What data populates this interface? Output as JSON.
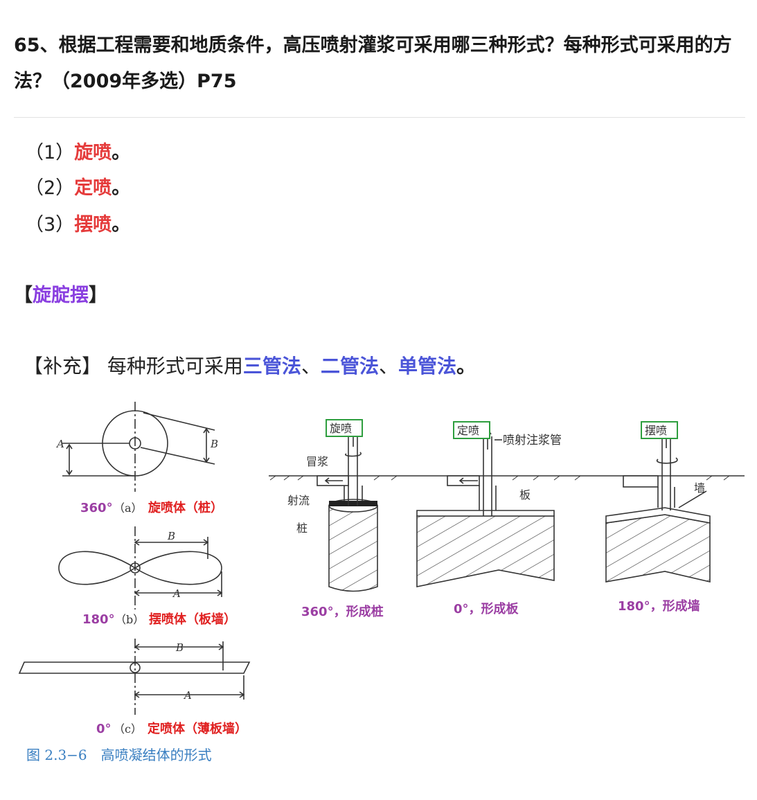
{
  "question": {
    "title": "65、根据工程需要和地质条件，高压喷射灌浆可采用哪三种形式？每种形式可采用的方法？（2009年多选）P75"
  },
  "answers": [
    {
      "prefix": "（1）",
      "term": "旋喷",
      "suffix": "。"
    },
    {
      "prefix": "（2）",
      "term": "定喷",
      "suffix": "。"
    },
    {
      "prefix": "（3）",
      "term": "摆喷",
      "suffix": "。"
    }
  ],
  "mnemonic": {
    "open": "【",
    "text": "旋腚摆",
    "close": "】"
  },
  "supplement": {
    "tag": "【补充】",
    "lead": " 每种形式可采用",
    "methods": [
      "三管法",
      "二管法",
      "单管法"
    ],
    "sep": "、",
    "end": "。"
  },
  "left_figure": {
    "fig_a": {
      "degree": "360°",
      "paren": "（a）",
      "name": "旋喷体（桩）",
      "dim_a": "A",
      "dim_b": "B"
    },
    "fig_b": {
      "degree": "180°",
      "paren": "（b）",
      "name": "摆喷体（板墙）",
      "dim_a": "A",
      "dim_b": "B"
    },
    "fig_c": {
      "degree": "0°",
      "paren": "（c）",
      "name": "定喷体（薄板墙）",
      "dim_a": "A",
      "dim_b": "B"
    },
    "caption": "图 2.3−6　高喷凝结体的形式"
  },
  "right_figure": {
    "panel1": {
      "box": "旋喷",
      "label_1": "冒浆",
      "label_2": "射流",
      "label_3": "桩",
      "result": "360°，形成桩"
    },
    "panel2": {
      "box": "定喷",
      "label_1": "喷射注浆管",
      "label_2": "板",
      "result": "0°，形成板"
    },
    "panel3": {
      "box": "摆喷",
      "label_1": "墙",
      "result": "180°，形成墙"
    }
  },
  "colors": {
    "red": "#e53b3b",
    "purple": "#8a3fe0",
    "blue": "#4b55d8",
    "caption": "#3a7fc1",
    "box_border": "#2e9e3e"
  }
}
